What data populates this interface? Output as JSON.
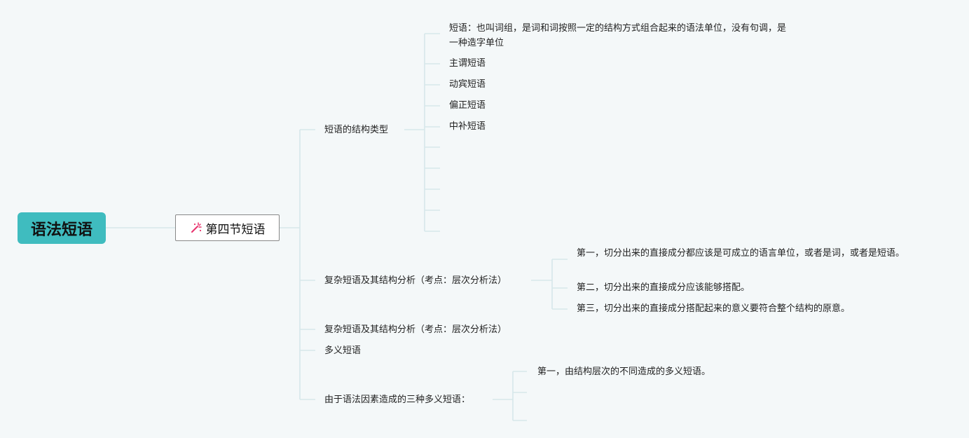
{
  "root": {
    "label": "语法短语"
  },
  "section": {
    "label": "第四节短语",
    "icon": "magic-wand-icon"
  },
  "branches": {
    "structure_types": {
      "label": "短语的结构类型",
      "children": [
        "短语：也叫词组，是词和词按照一定的结构方式组合起来的语法单位，没有句调，是一种造字单位",
        "主谓短语",
        "动宾短语",
        "偏正短语",
        "中补短语",
        "",
        "",
        "",
        "",
        ""
      ]
    },
    "complex_analysis_1": {
      "label": "复杂短语及其结构分析（考点：层次分析法）",
      "children": [
        "第一，切分出来的直接成分都应该是可成立的语言单位，或者是词，或者是短语。",
        "第二，切分出来的直接成分应该能够搭配。",
        "第三，切分出来的直接成分搭配起来的意义要符合整个结构的原意。"
      ]
    },
    "complex_analysis_2": {
      "label": "复杂短语及其结构分析（考点：层次分析法）"
    },
    "ambiguous": {
      "label": "多义短语"
    },
    "three_types": {
      "label": "由于语法因素造成的三种多义短语：",
      "children": [
        "第一，由结构层次的不同造成的多义短语。",
        "",
        ""
      ]
    }
  },
  "colors": {
    "root_fill": "#3fbcbf",
    "connector": "#d6e7ea",
    "background": "#f4f8f9",
    "icon_accent": "#e8336d"
  }
}
